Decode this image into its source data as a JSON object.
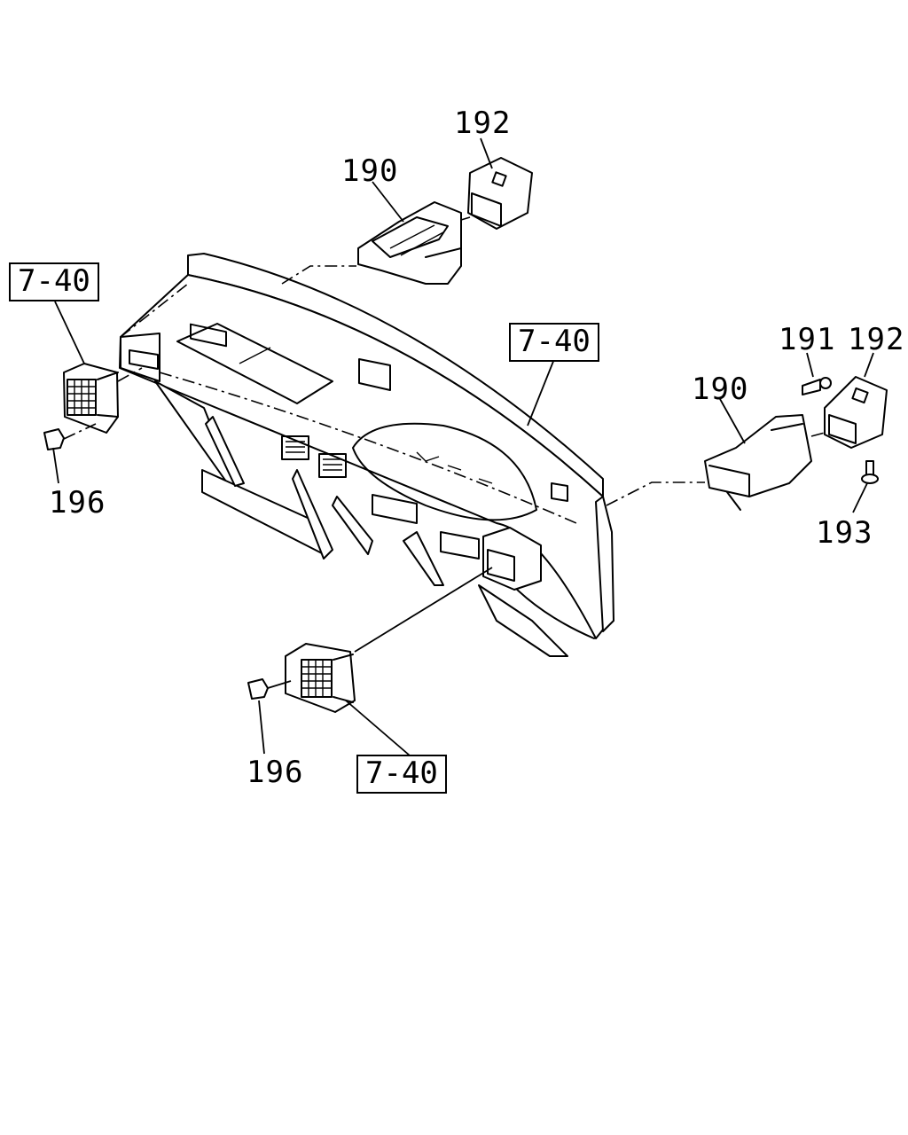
{
  "labels": {
    "part_190_top": "190",
    "part_192_top": "192",
    "part_191_right": "191",
    "part_192_right": "192",
    "part_190_right": "190",
    "part_193_right": "193",
    "part_196_left": "196",
    "part_196_bottom": "196"
  },
  "refs": {
    "ref_left": "7-40",
    "ref_center": "7-40",
    "ref_bottom": "7-40"
  }
}
